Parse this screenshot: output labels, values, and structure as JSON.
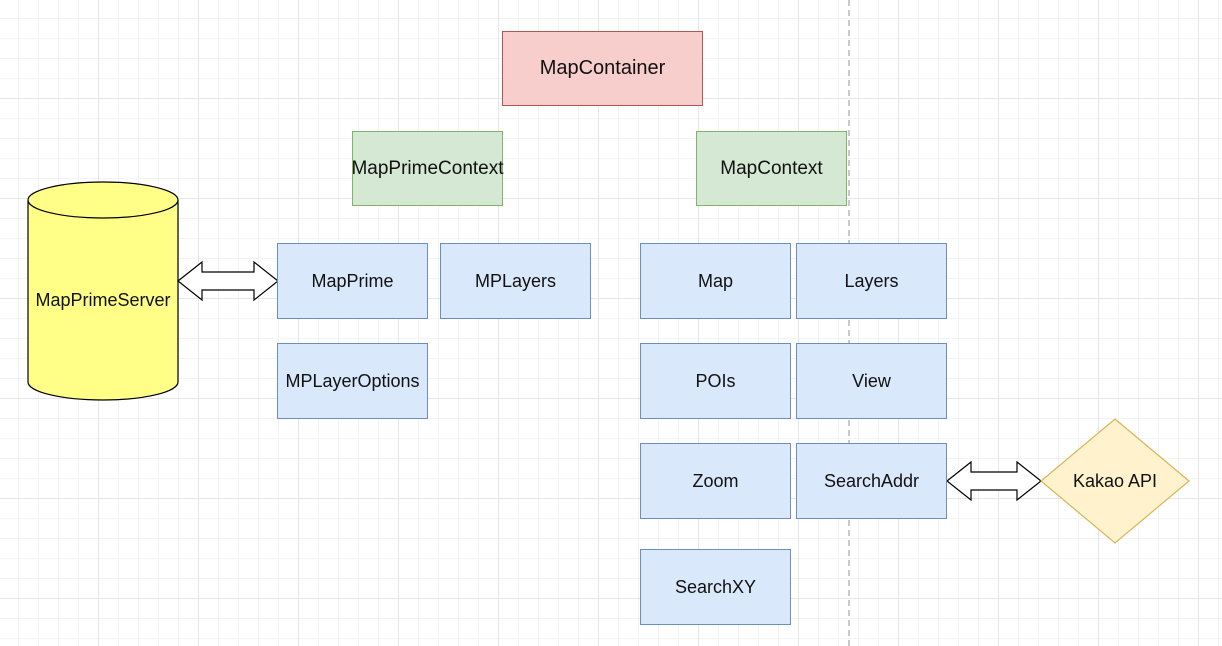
{
  "colors": {
    "container_fill": "#f8cecc",
    "container_stroke": "#b85450",
    "context_fill": "#d5e8d4",
    "context_stroke": "#82b366",
    "component_fill": "#dae8fc",
    "component_stroke": "#6c8ebf",
    "server_fill": "#ffff88",
    "api_fill": "#fff2cc",
    "api_stroke": "#d6b656"
  },
  "container": {
    "label": "MapContainer"
  },
  "contexts": {
    "prime": "MapPrimeContext",
    "map": "MapContext"
  },
  "prime_components": {
    "mapprime": "MapPrime",
    "mplayers": "MPLayers",
    "mplayeroptions": "MPLayerOptions"
  },
  "map_components": {
    "map": "Map",
    "layers": "Layers",
    "pois": "POIs",
    "view": "View",
    "zoom": "Zoom",
    "searchaddr": "SearchAddr",
    "searchxy": "SearchXY"
  },
  "external": {
    "server": "MapPrimeServer",
    "api": "Kakao API"
  }
}
